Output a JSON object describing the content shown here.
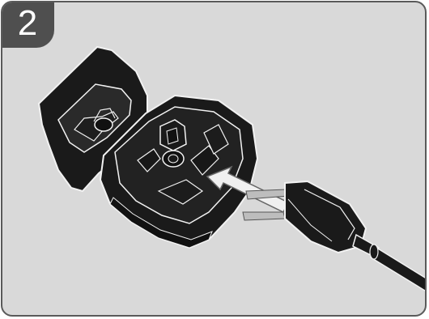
{
  "step": {
    "number": "2"
  },
  "colors": {
    "frame_background": "#d9d9d9",
    "frame_border": "#5a5a5a",
    "badge_background": "#4f4f4f",
    "badge_text": "#ffffff",
    "adapter_body": "#1a1a1a",
    "adapter_outline": "#f2f2f2",
    "pins": "#bdbdbd",
    "arrow": "#f0f0f0"
  },
  "icons": [
    "step-number-badge",
    "plug-adapter-illustration",
    "adapter-cover-icon",
    "adapter-socket-icon",
    "insert-direction-arrow-icon",
    "two-pin-plug-icon",
    "power-cord-icon"
  ]
}
